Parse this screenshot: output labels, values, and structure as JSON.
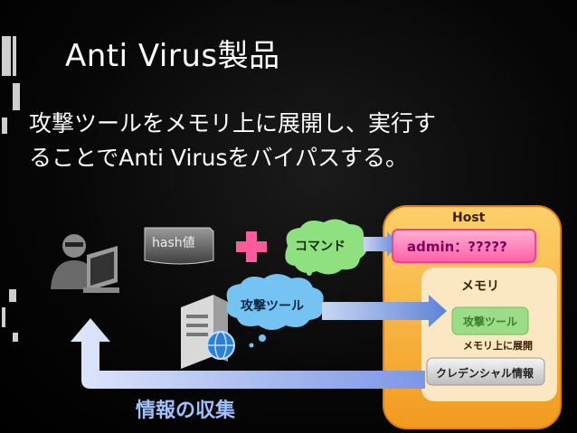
{
  "slide": {
    "title": "Anti Virus製品",
    "body_line1": "攻撃ツールをメモリ上に展開し、実行す",
    "body_line2": "ることでAnti Virusをバイパスする。"
  },
  "diagram": {
    "host_label": "Host",
    "hash_label": "hash値",
    "command_label": "コマンド",
    "admin_label": "admin：?????",
    "memory_label": "メモリ",
    "attack_tool_label": "攻撃ツール",
    "memory_tool_label": "攻撃ツール",
    "memory_expand_label": "メモリ上に展開",
    "credential_label": "クレデンシャル情報",
    "collect_label": "情報の収集"
  },
  "colors": {
    "host_panel": "#f6a631",
    "admin_box": "#ff7ab4",
    "admin_text": "#7a0060",
    "cloud": "#8fe07e",
    "cloud_blue": "#75c3f2",
    "plus": "#ff5a9a",
    "arrow": "#6a8dd8",
    "collect_text": "#9fc2ff"
  }
}
